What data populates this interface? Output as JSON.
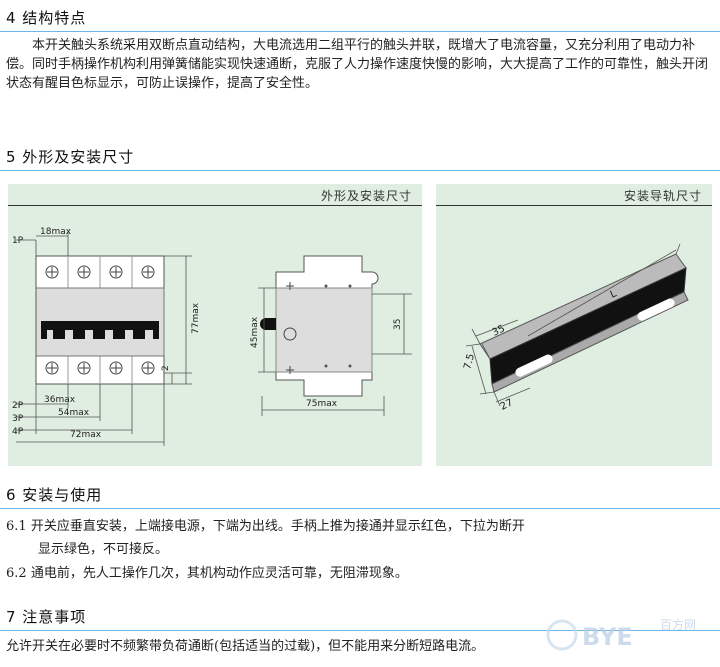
{
  "section4": {
    "title": "4 结构特点",
    "body": "本开关触头系统采用双断点直动结构，大电流选用二组平行的触头并联，既增大了电流容量，又充分利用了电动力补偿。同时手柄操作机构利用弹簧储能实现快速通断，克服了人力操作速度快慢的影响，大大提高了工作的可靠性，触头开闭状态有醒目色标显示，可防止误操作，提高了安全性。"
  },
  "section5": {
    "title": "5 外形及安装尺寸",
    "panel_left_title": "外形及安装尺寸",
    "panel_right_title": "安装导轨尺寸",
    "dims": {
      "p1": "1P",
      "p2": "2P",
      "p3": "3P",
      "p4": "4P",
      "w18": "18max",
      "w36": "36max",
      "w54": "54max",
      "w72": "72max",
      "h77": "77max",
      "h45": "45max",
      "d2": "2",
      "d35": "35",
      "d75": "75max",
      "r35": "35",
      "r75": "7.5",
      "r27": "27",
      "rL": "L"
    }
  },
  "section6": {
    "title": "6 安装与使用",
    "item1_num": "6.1",
    "item1_text": "开关应垂直安装，上端接电源，下端为出线。手柄上推为接通并显示红色，下拉为断开",
    "item1_cont": "显示绿色，不可接反。",
    "item2_num": "6.2",
    "item2_text": "通电前，先人工操作几次，其机构动作应灵活可靠，无阻滞现象。"
  },
  "section7": {
    "title": "7 注意事项",
    "body": "允许开关在必要时不频繁带负荷通断(包括适当的过载)，但不能用来分断短路电流。"
  },
  "watermark": {
    "brand": "BYE",
    "cn": "百方网"
  },
  "colors": {
    "rule": "#6bb8e6",
    "panel": "#dfeee1",
    "handle": "#111111"
  }
}
